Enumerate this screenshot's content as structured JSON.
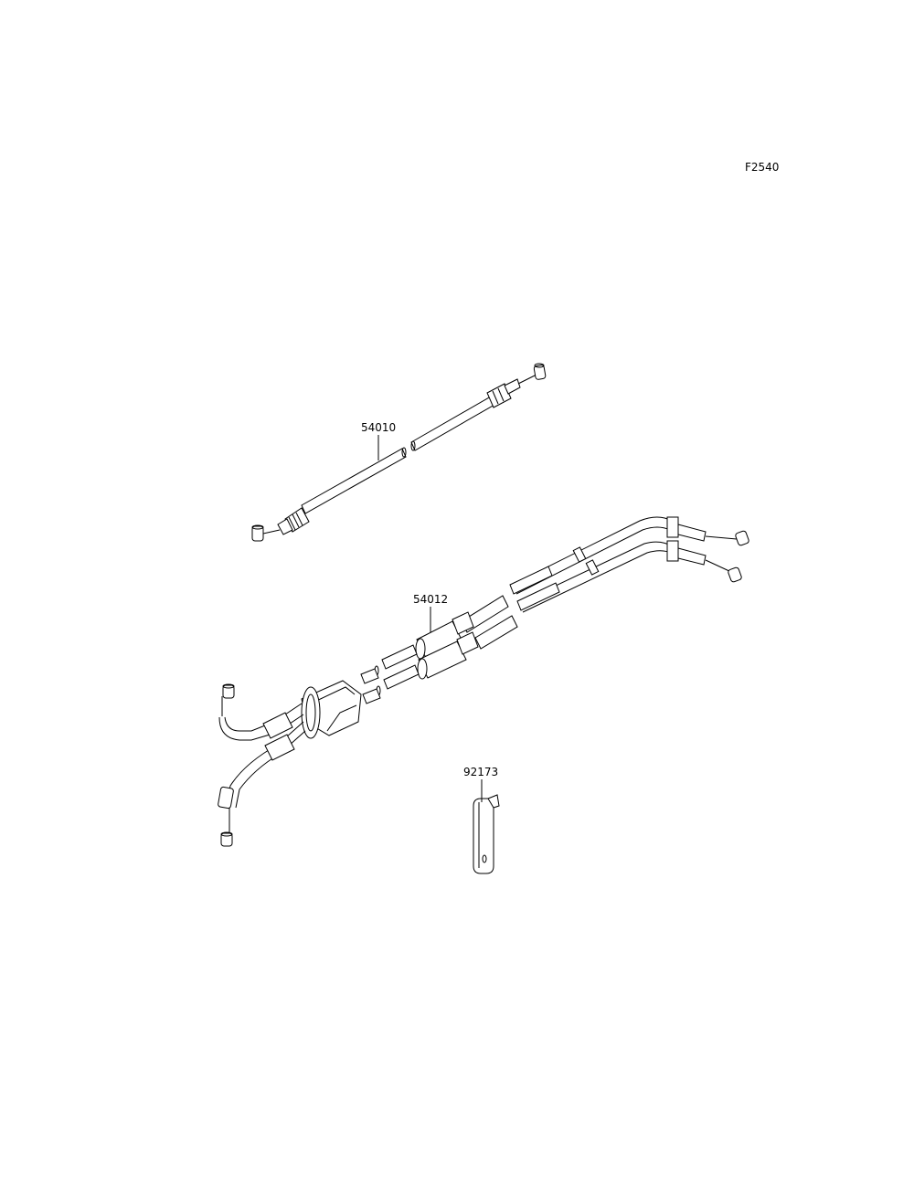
{
  "figure_code": "F2540",
  "parts": [
    {
      "number": "54010"
    },
    {
      "number": "54012"
    },
    {
      "number": "92173"
    }
  ]
}
